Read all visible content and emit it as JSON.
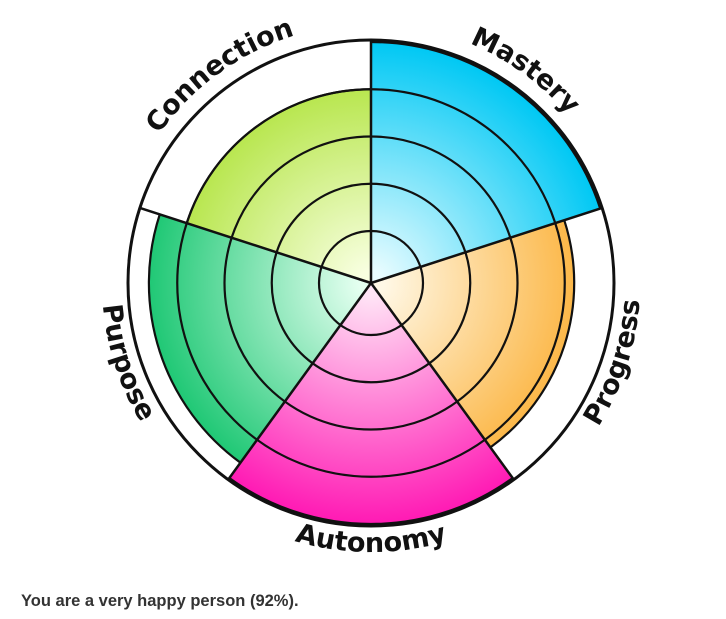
{
  "chart_data": {
    "type": "radial-bar",
    "segments": [
      {
        "name": "Mastery",
        "value": 5,
        "color": "#00c8f4",
        "inner_color": "#e8fcff"
      },
      {
        "name": "Progress",
        "value": 4.2,
        "color": "#fbab2a",
        "inner_color": "#fff8e6"
      },
      {
        "name": "Autonomy",
        "value": 5,
        "color": "#ff1ab4",
        "inner_color": "#ffe4f6"
      },
      {
        "name": "Purpose",
        "value": 4.6,
        "color": "#0ec36a",
        "inner_color": "#e4fff0"
      },
      {
        "name": "Connection",
        "value": 4,
        "color": "#a8e02a",
        "inner_color": "#f8ffe0"
      }
    ],
    "rings": 5,
    "max": 5
  },
  "result": {
    "text": "You are a very happy person (92%)."
  }
}
